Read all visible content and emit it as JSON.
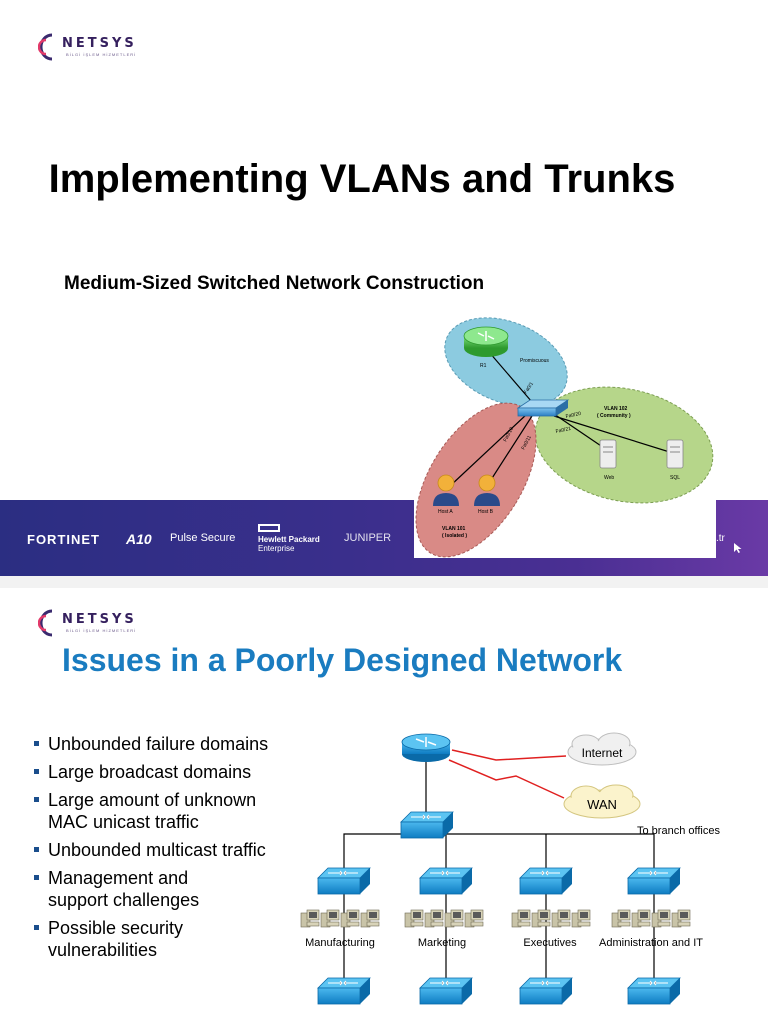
{
  "slide1": {
    "logo": {
      "name": "NETSYS",
      "tagline": "BİLGİ İŞLEM HİZMETLERİ"
    },
    "title": "Implementing VLANs and Trunks",
    "subtitle": "Medium-Sized Switched Network Construction",
    "partners": [
      "FORTINET",
      "A10",
      "Pulse Secure",
      "Hewlett Packard",
      "Enterprise",
      "JUNIPER",
      ".tr"
    ],
    "diagram": {
      "router_label": "R1",
      "promiscuous_label": "Promiscuous",
      "router_port": "Fa0/1",
      "vlan102_title": "VLAN 102",
      "vlan102_subtitle": "( Community )",
      "vlan101_title": "VLAN 101",
      "vlan101_subtitle": "( Isolated )",
      "port_web": "Fa0/20",
      "port_sql": "Fa0/21",
      "port_host_a": "Fa0/10",
      "port_host_b": "Fa0/11",
      "server_web": "Web",
      "server_sql": "SQL",
      "host_a": "Host A",
      "host_b": "Host B",
      "colors": {
        "vlan101": "#d98a86",
        "vlan102": "#b6d68a",
        "router_zone": "#8ccbe0"
      }
    }
  },
  "slide2": {
    "logo": {
      "name": "NETSYS",
      "tagline": "BİLGİ İŞLEM HİZMETLERİ"
    },
    "title": "Issues in a Poorly Designed Network",
    "bullets": [
      "Unbounded failure domains",
      "Large broadcast domains",
      "Large amount of unknown\nMAC unicast traffic",
      "Unbounded multicast traffic",
      "Management and\nsupport challenges",
      "Possible security\nvulnerabilities"
    ],
    "diagram": {
      "internet_label": "Internet",
      "wan_label": "WAN",
      "branch_label": "To branch offices",
      "groups": [
        "Manufacturing",
        "Marketing",
        "Executives",
        "Administration and IT"
      ]
    },
    "colors": {
      "title": "#1a7cc0",
      "device": "#1e9ad6",
      "wan_link": "#e02020"
    }
  }
}
